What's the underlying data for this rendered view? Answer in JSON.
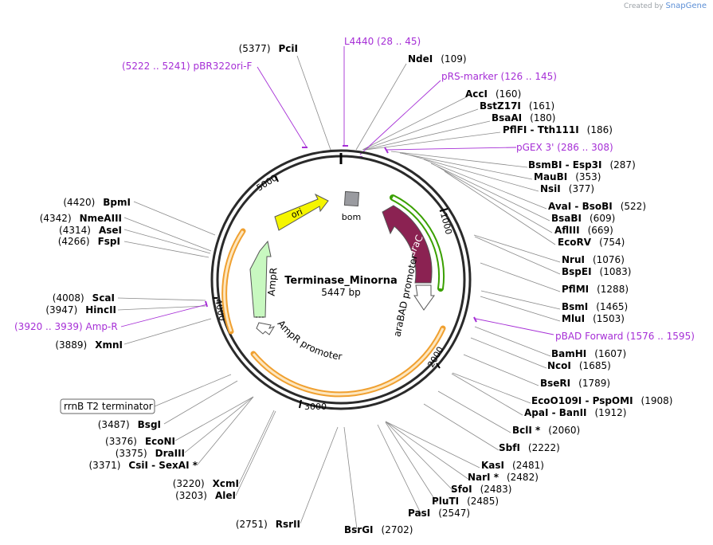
{
  "credit": {
    "prefix": "Created by",
    "brand": "SnapGene"
  },
  "plasmid": {
    "name": "Terminase_Minorna",
    "length": "5447 bp"
  },
  "ticks": [
    "1000",
    "2000",
    "3000",
    "4000",
    "5000"
  ],
  "features": {
    "ori": "ori",
    "bom": "bom",
    "arac": "araC",
    "arabad": "araBAD promoter",
    "ampr": "AmpR",
    "ampr_promoter": "AmpR promoter",
    "rrnb": "rrnB T2 terminator"
  },
  "primers": {
    "pbr322": "(5222 .. 5241)  pBR322ori-F",
    "l4440": "L4440     (28 .. 45)",
    "prs": "pRS-marker   (126 .. 145)",
    "pgex": "pGEX 3'    (286 .. 308)",
    "pbad": "pBAD Forward   (1576 .. 1595)",
    "ampr": "(3920 .. 3939)  Amp-R"
  },
  "sites": {
    "pcii": {
      "pos": "(5377)",
      "name": "PciI"
    },
    "ndei": {
      "name": "NdeI",
      "pos": "(109)"
    },
    "acci": {
      "name": "AccI",
      "pos": "(160)"
    },
    "bstz17i": {
      "name": "BstZ17I",
      "pos": "(161)"
    },
    "bsaai": {
      "name": "BsaAI",
      "pos": "(180)"
    },
    "pflfi": {
      "name": "PflFI  - Tth111I",
      "pos": "(186)"
    },
    "bsmbi": {
      "name": "BsmBI  - Esp3I",
      "pos": "(287)"
    },
    "maubi": {
      "name": "MauBI",
      "pos": "(353)"
    },
    "nsii": {
      "name": "NsiI",
      "pos": "(377)"
    },
    "avai": {
      "name": "AvaI  - BsoBI",
      "pos": "(522)"
    },
    "bsabi": {
      "name": "BsaBI",
      "pos": "(609)"
    },
    "aflii": {
      "name": "AflIII",
      "pos": "(669)"
    },
    "ecorv": {
      "name": "EcoRV",
      "pos": "(754)"
    },
    "nrui": {
      "name": "NruI",
      "pos": "(1076)"
    },
    "bspei": {
      "name": "BspEI",
      "pos": "(1083)"
    },
    "pflmi": {
      "name": "PflMI",
      "pos": "(1288)"
    },
    "bsmi": {
      "name": "BsmI",
      "pos": "(1465)"
    },
    "mlui": {
      "name": "MluI",
      "pos": "(1503)"
    },
    "bamhi": {
      "name": "BamHI",
      "pos": "(1607)"
    },
    "ncoi": {
      "name": "NcoI",
      "pos": "(1685)"
    },
    "beri": {
      "name": "BseRI",
      "pos": "(1789)"
    },
    "eco": {
      "name": "EcoO109I  - PspOMI",
      "pos": "(1908)"
    },
    "apai": {
      "name": "ApaI  - BanII",
      "pos": "(1912)"
    },
    "bcli": {
      "name": "BclI *",
      "pos": "(2060)"
    },
    "sbfi": {
      "name": "SbfI",
      "pos": "(2222)"
    },
    "kasi": {
      "name": "KasI",
      "pos": "(2481)"
    },
    "nari": {
      "name": "NarI *",
      "pos": "(2482)"
    },
    "sfoi": {
      "name": "SfoI",
      "pos": "(2483)"
    },
    "pluti": {
      "name": "PluTI",
      "pos": "(2485)"
    },
    "pasi": {
      "name": "PasI",
      "pos": "(2547)"
    },
    "bsrgi": {
      "name": "BsrGI",
      "pos": "(2702)"
    },
    "rsrii": {
      "pos": "(2751)",
      "name": "RsrII"
    },
    "alei": {
      "pos": "(3203)",
      "name": "AleI"
    },
    "xcmi": {
      "pos": "(3220)",
      "name": "XcmI"
    },
    "csii": {
      "pos": "(3371)",
      "name": "CsiI  - SexAI *"
    },
    "draiii": {
      "pos": "(3375)",
      "name": "DraIII"
    },
    "econi": {
      "pos": "(3376)",
      "name": "EcoNI"
    },
    "bsgi": {
      "pos": "(3487)",
      "name": "BsgI"
    },
    "xmni": {
      "pos": "(3889)",
      "name": "XmnI"
    },
    "hincii": {
      "pos": "(3947)",
      "name": "HincII"
    },
    "scai": {
      "pos": "(4008)",
      "name": "ScaI"
    },
    "fspi": {
      "pos": "(4266)",
      "name": "FspI"
    },
    "asei": {
      "pos": "(4314)",
      "name": "AseI"
    },
    "nmeaiii": {
      "pos": "(4342)",
      "name": "NmeAIII"
    },
    "bpmi": {
      "pos": "(4420)",
      "name": "BpmI"
    }
  }
}
